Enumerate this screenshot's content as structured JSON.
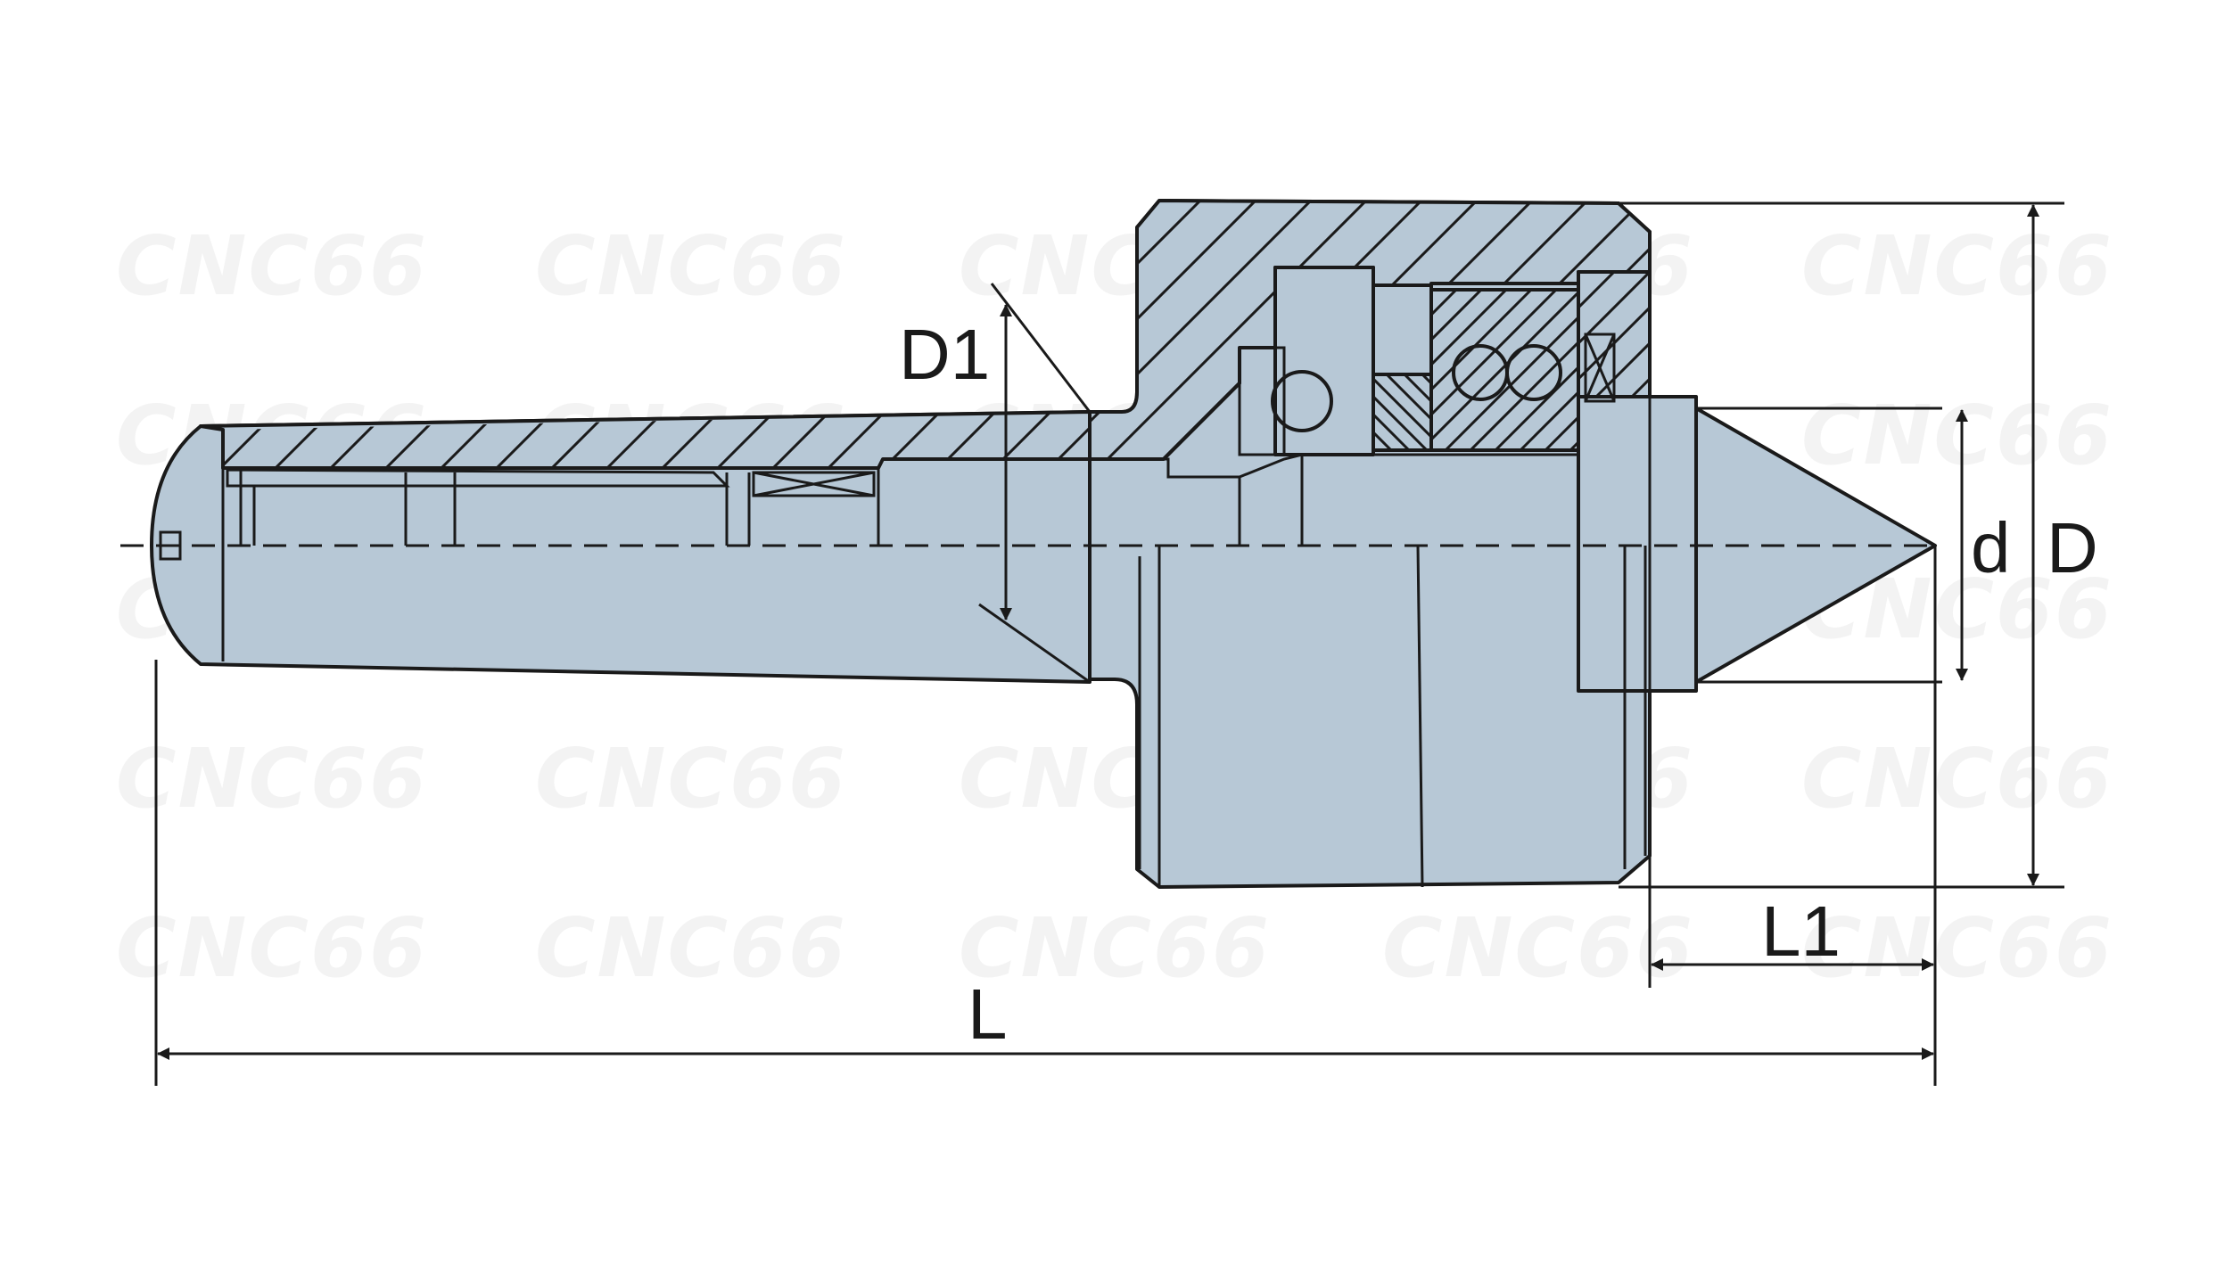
{
  "watermark": {
    "text": "CNC66"
  },
  "dimensions": {
    "D1": "D1",
    "d": "d",
    "D": "D",
    "L1": "L1",
    "L": "L"
  },
  "colors": {
    "body": "#b7c8d6",
    "line": "#1a1a1a",
    "watermark": "#f3f3f3"
  }
}
